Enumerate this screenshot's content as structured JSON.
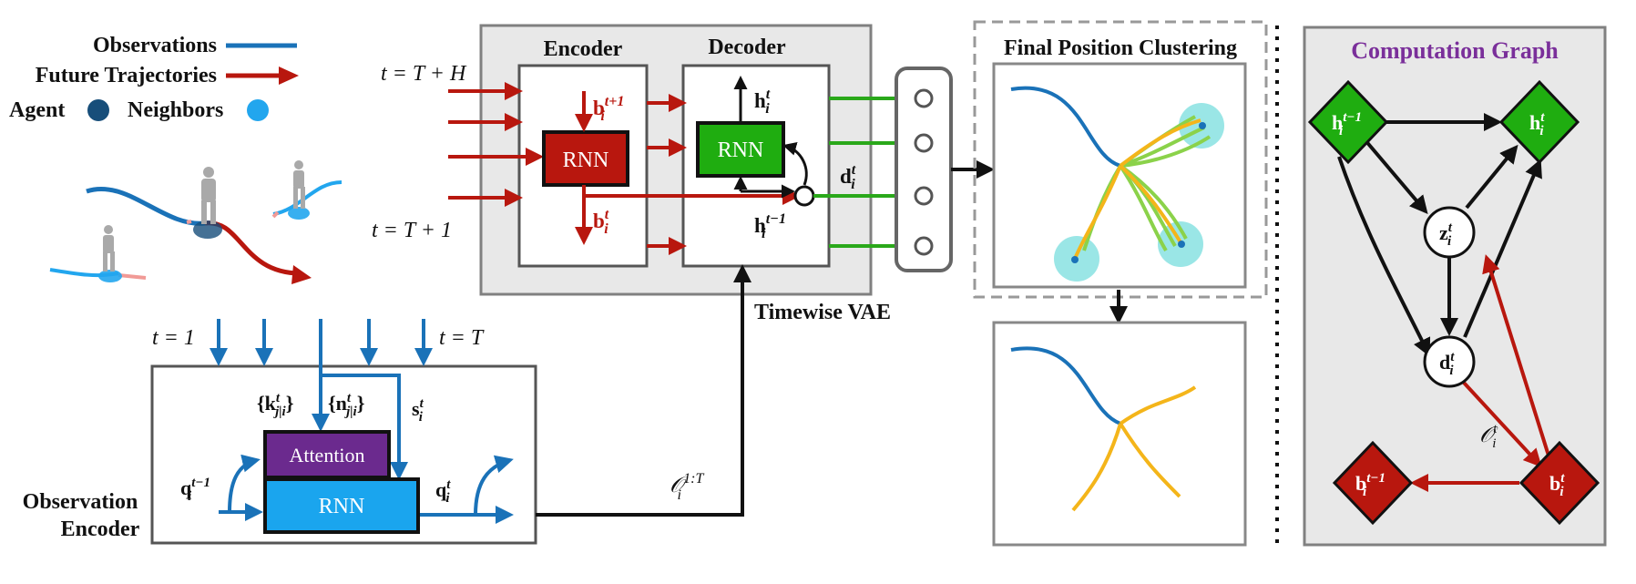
{
  "colors": {
    "observation": "#1a72b8",
    "future": "#b8170e",
    "agent": "#174e7a",
    "neighbor": "#22a6ee",
    "encoder_rnn": "#b8170e",
    "decoder_rnn": "#1fad10",
    "attention": "#6b2a8e",
    "obs_rnn": "#1aa5ee",
    "green_arrow": "#2aa81a",
    "graph_title": "#7a2f9a",
    "panel_bg": "#e8e8e8",
    "traj_yellow": "#f4b51a",
    "traj_green": "#8bd24a",
    "cluster_teal": "#8fe3e3"
  },
  "legend": {
    "observations": "Observations",
    "future": "Future Trajectories",
    "agent": "Agent",
    "neighbors": "Neighbors"
  },
  "vae": {
    "encoder_title": "Encoder",
    "decoder_title": "Decoder",
    "rnn": "RNN",
    "t_top": "t = T + H",
    "t_bottom": "t = T + 1",
    "b_next": "b",
    "b_next_sup": "t+1",
    "b_cur": "b",
    "h_cur": "h",
    "h_prev": "h",
    "h_prev_sup": "t−1",
    "d_cur": "d",
    "sub_i": "i",
    "sup_t": "t",
    "caption": "Timewise VAE"
  },
  "clustering": {
    "title": "Final Position Clustering"
  },
  "observation_encoder": {
    "t_first": "t = 1",
    "t_last": "t = T",
    "k_label": "{k",
    "k_sub": "j|i",
    "n_label": "{n",
    "n_sub": "j|i",
    "close_brace": "}",
    "s_label": "s",
    "attention": "Attention",
    "rnn": "RNN",
    "q_in": "q",
    "q_in_sup": "t−1",
    "q_out": "q",
    "caption_line1": "Observation",
    "caption_line2": "Encoder",
    "o_label": "𝒪",
    "o_sup": "1:T"
  },
  "graph": {
    "title": "Computation Graph",
    "nodes": {
      "h_prev": {
        "base": "h",
        "sup": "t−1"
      },
      "h_cur": {
        "base": "h",
        "sup": "t"
      },
      "z_cur": {
        "base": "z",
        "sup": "t"
      },
      "d_cur": {
        "base": "d",
        "sup": "t"
      },
      "b_prev": {
        "base": "b",
        "sup": "t−1"
      },
      "b_cur": {
        "base": "b",
        "sup": "t"
      }
    },
    "o_edge": {
      "base": "𝒪",
      "sup": "t"
    }
  }
}
